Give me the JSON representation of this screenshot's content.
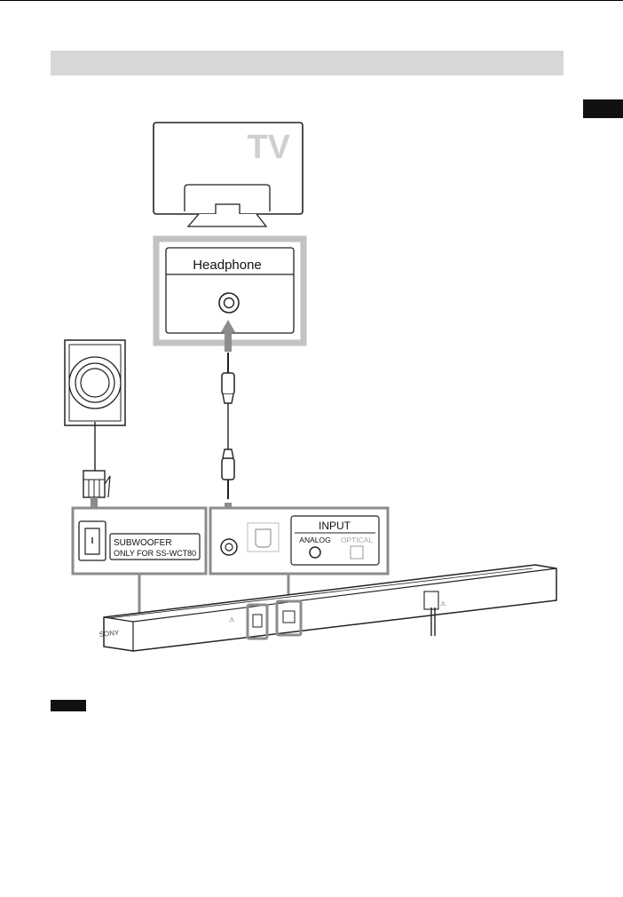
{
  "diagram": {
    "tv_label": "TV",
    "headphone_label": "Headphone",
    "subwoofer_label_1": "SUBWOOFER",
    "subwoofer_label_2": "ONLY FOR SS-WCT80",
    "input_title": "INPUT",
    "input_analog": "ANALOG",
    "input_optical": "OPTICAL",
    "brand_on_bar": "SONY"
  },
  "colors": {
    "panel_gray": "#8c8c8c",
    "highlight_gray": "#bdbdbd",
    "tv_gray": "#cfcfcf",
    "header_gray": "#d7d7d7",
    "dark": "#111111"
  }
}
